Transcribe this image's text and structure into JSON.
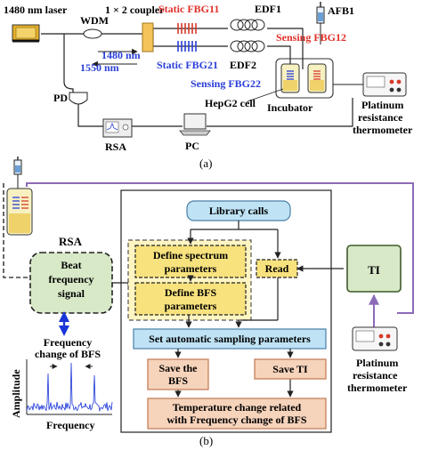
{
  "panel_a": {
    "laser": "1480 nm laser",
    "wdm": "WDM",
    "coupler": "1 × 2 coupler",
    "static_fbg11": "Static FBG11",
    "static_fbg21": "Static FBG21",
    "edf1": "EDF1",
    "edf2": "EDF2",
    "afb1": "AFB1",
    "sensing_fbg12": "Sensing FBG12",
    "sensing_fbg22": "Sensing FBG22",
    "wl_1480": "1480 nm",
    "wl_1550": "1550 nm",
    "pd": "PD",
    "hepg2": "HepG2 cell",
    "incubator": "Incubator",
    "rsa": "RSA",
    "pc": "PC",
    "thermo_line1": "Platinum",
    "thermo_line2": "resistance",
    "thermo_line3": "thermometer",
    "caption": "(a)"
  },
  "panel_b": {
    "rsa": "RSA",
    "beat_line1": "Beat",
    "beat_line2": "frequency",
    "beat_line3": "signal",
    "freq_change_line1": "Frequency",
    "freq_change_line2": "change of BFS",
    "amplitude": "Amplitude",
    "frequency": "Frequency",
    "library_calls": "Library calls",
    "define_spectrum_line1": "Define spectrum",
    "define_spectrum_line2": "parameters",
    "define_bfs_line1": "Define BFS",
    "define_bfs_line2": "parameters",
    "read": "Read",
    "ti": "TI",
    "set_sampling": "Set automatic sampling parameters",
    "save_bfs_line1": "Save the",
    "save_bfs_line2": "BFS",
    "save_ti": "Save TI",
    "temp_change_line1": "Temperature change related",
    "temp_change_line2": "with Frequency change of BFS",
    "thermo_line1": "Platinum",
    "thermo_line2": "resistance",
    "thermo_line3": "thermometer",
    "caption": "(b)"
  },
  "colors": {
    "red_label": "#e0302a",
    "blue_label": "#2a3ed8",
    "fbg_red": "#d63a2a",
    "fbg_blue": "#2a3ed8",
    "purple_link": "#8c6bb8",
    "box_blue_fill": "#bfe3f5",
    "box_blue_stroke": "#4a7fa8",
    "box_yellow_fill": "#f8e27e",
    "box_orange_fill": "#f6d3bb",
    "box_orange_stroke": "#c07850",
    "box_green_fill": "#d8e9c8",
    "box_green_stroke": "#3d5a2a",
    "dashed_group_fill": "#fff5c2",
    "spectrum_blue": "#1a35d8"
  },
  "icons": [
    "laser-icon",
    "coupler-icon",
    "fbg-grating-icon",
    "fiber-coil-icon",
    "syringe-icon",
    "cuvette-icon",
    "photodetector-icon",
    "spectrum-analyzer-icon",
    "laptop-icon",
    "thermometer-device-icon",
    "double-arrow-icon"
  ]
}
